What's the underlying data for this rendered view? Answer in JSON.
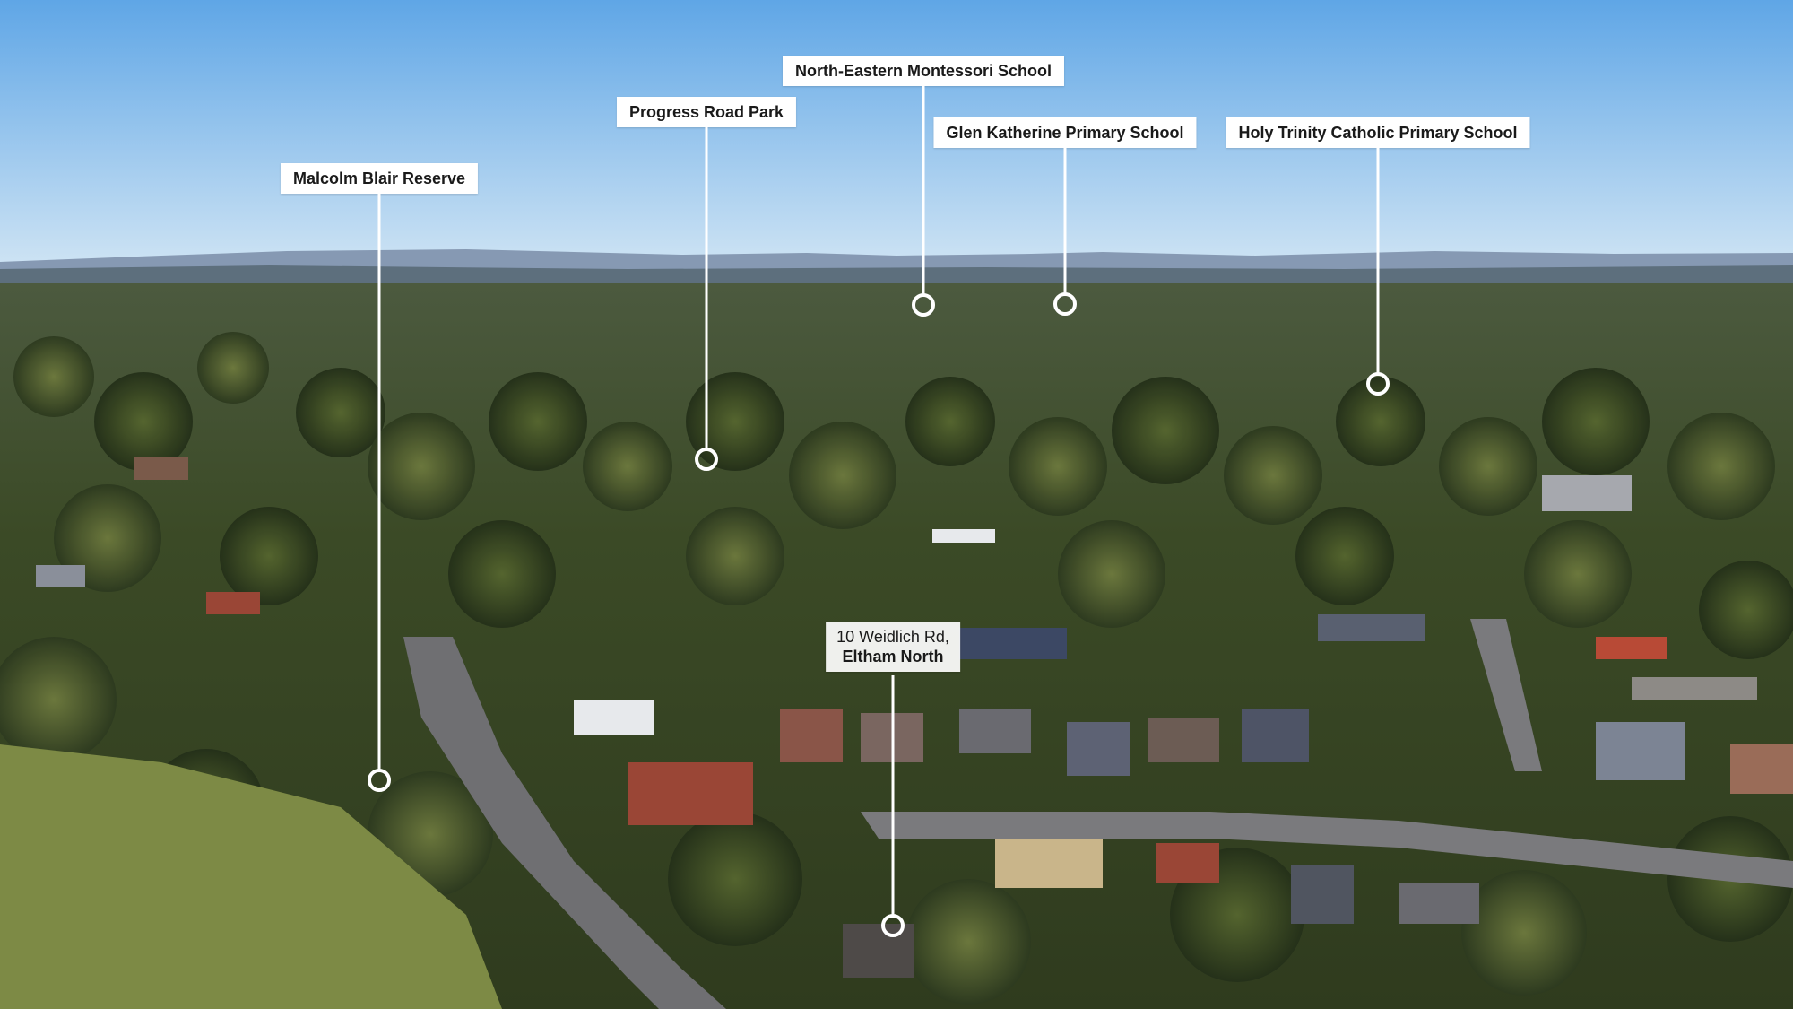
{
  "photo": {
    "icon": "aerial-suburb-photo",
    "colors": {
      "sky_top": "#5fa6e6",
      "sky_horizon": "#cfe4f4",
      "hills": "#7e93ad",
      "tree_dark": "#2d3a1f",
      "tree_mid": "#4a5a2c",
      "tree_light": "#6e7a3e",
      "roof_red": "#9a4636",
      "road": "#6f6f72",
      "grass": "#7d8a45"
    }
  },
  "markers": [
    {
      "id": "malcolm-blair-reserve",
      "text": "Malcolm Blair Reserve"
    },
    {
      "id": "progress-road-park",
      "text": "Progress Road Park"
    },
    {
      "id": "north-eastern-montessori-school",
      "text": "North-Eastern Montessori School"
    },
    {
      "id": "glen-katherine-primary-school",
      "text": "Glen Katherine Primary School"
    },
    {
      "id": "holy-trinity-catholic-primary-school",
      "text": "Holy Trinity Catholic Primary School"
    }
  ],
  "property": {
    "address_line1": "10 Weidlich Rd,",
    "address_line2": "Eltham North"
  }
}
